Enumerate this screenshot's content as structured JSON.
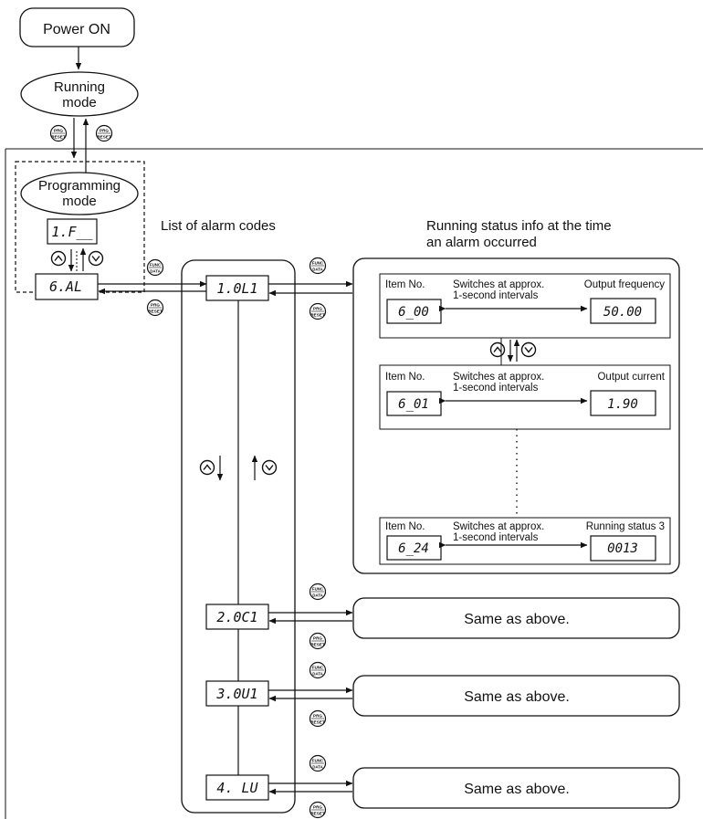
{
  "flow": {
    "power_on": "Power ON",
    "running_mode": [
      "Running",
      "mode"
    ],
    "programming_mode": [
      "Programming",
      "mode"
    ]
  },
  "keys": {
    "prg": [
      "PRG",
      "RESET"
    ],
    "func": [
      "FUNC",
      "DATA"
    ]
  },
  "prog_displays": {
    "menu1": "1.F__",
    "menu6": "6.AL"
  },
  "headings": {
    "alarm_list": "List of alarm codes",
    "status_info": [
      "Running status info at the time",
      "an alarm occurred"
    ]
  },
  "alarm_codes": [
    "1.0L1",
    "2.0C1",
    "3.0U1",
    "4. LU"
  ],
  "status_rows": [
    {
      "item_label": "Item No.",
      "switch_text": [
        "Switches at approx.",
        "1-second intervals"
      ],
      "value_label": "Output frequency",
      "item_display": "6_00",
      "value_display": "50.00"
    },
    {
      "item_label": "Item No.",
      "switch_text": [
        "Switches at approx.",
        "1-second intervals"
      ],
      "value_label": "Output current",
      "item_display": "6_01",
      "value_display": "1.90"
    },
    {
      "item_label": "Item No.",
      "switch_text": [
        "Switches at approx.",
        "1-second intervals"
      ],
      "value_label": "Running status 3",
      "item_display": "6_24",
      "value_display": "0013"
    }
  ],
  "same_as_above": "Same as above."
}
